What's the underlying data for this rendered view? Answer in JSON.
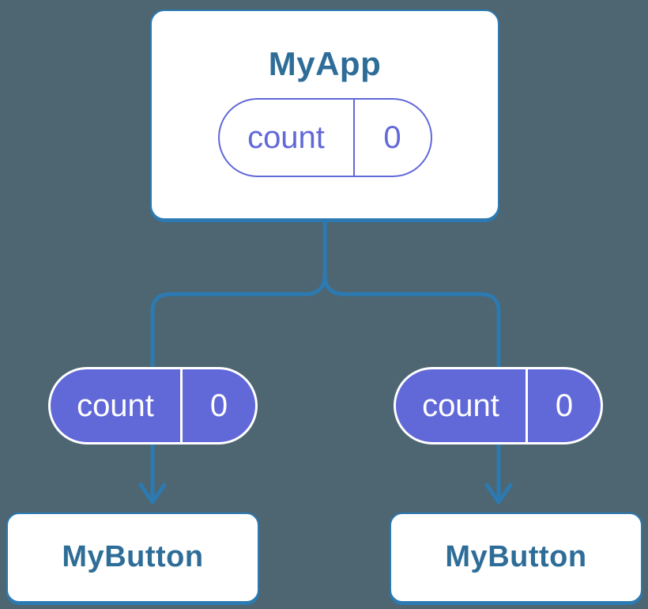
{
  "diagram": {
    "description": "Component tree: parent state shared down to two children as props",
    "root": {
      "title": "MyApp",
      "state": {
        "label": "count",
        "value": "0"
      }
    },
    "children": [
      {
        "title": "MyButton",
        "prop": {
          "label": "count",
          "value": "0"
        }
      },
      {
        "title": "MyButton",
        "prop": {
          "label": "count",
          "value": "0"
        }
      }
    ],
    "colors": {
      "background": "#4d6671",
      "connector": "#2c7ab1",
      "title_text": "#2e6d98",
      "pill_purple": "#6168d8",
      "card_fill": "#ffffff"
    }
  }
}
